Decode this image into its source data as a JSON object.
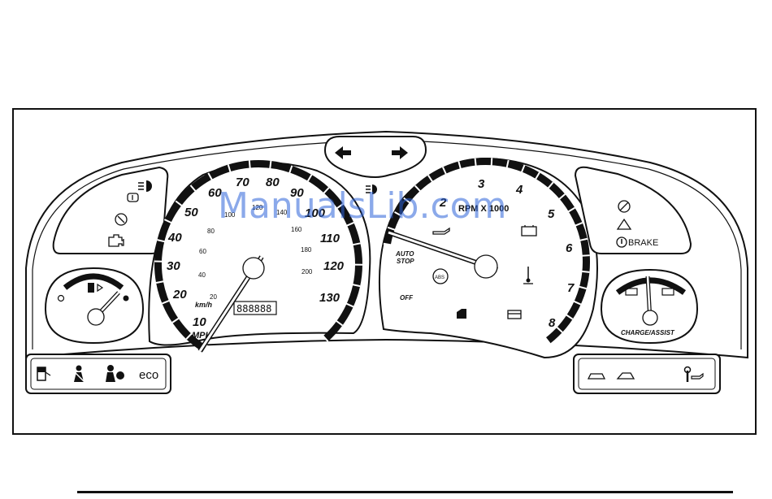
{
  "speedometer": {
    "mph_labels": [
      "10",
      "20",
      "30",
      "40",
      "50",
      "60",
      "70",
      "80",
      "90",
      "100",
      "110",
      "120",
      "130"
    ],
    "kmh_labels": [
      "20",
      "40",
      "60",
      "80",
      "100",
      "120",
      "140",
      "160",
      "180",
      "200"
    ],
    "unit_mph": "MPH",
    "unit_kmh": "km/h",
    "odometer": "888888"
  },
  "tachometer": {
    "labels": [
      "2",
      "3",
      "4",
      "5",
      "6",
      "7",
      "8"
    ],
    "unit": "RPM X 1000",
    "auto_stop": [
      "AUTO",
      "STOP"
    ],
    "off": "OFF",
    "abs": "ABS"
  },
  "charge_gauge": {
    "label": "CHARGE/ASSIST"
  },
  "warning_lights": {
    "brake": "BRAKE",
    "eco": "eco"
  },
  "watermark": "ManualsLib.com",
  "icons": [
    "turn-left-arrow-icon",
    "turn-right-arrow-icon",
    "high-beam-icon",
    "fog-lamp-icon",
    "tire-pressure-icon",
    "check-engine-icon",
    "fuel-icon",
    "seatbelt-icon",
    "airbag-icon",
    "oil-icon",
    "battery-icon",
    "coolant-temp-icon",
    "door-ajar-icon",
    "trunk-icon",
    "traction-icon",
    "brake-warning-icon",
    "service-icon"
  ]
}
